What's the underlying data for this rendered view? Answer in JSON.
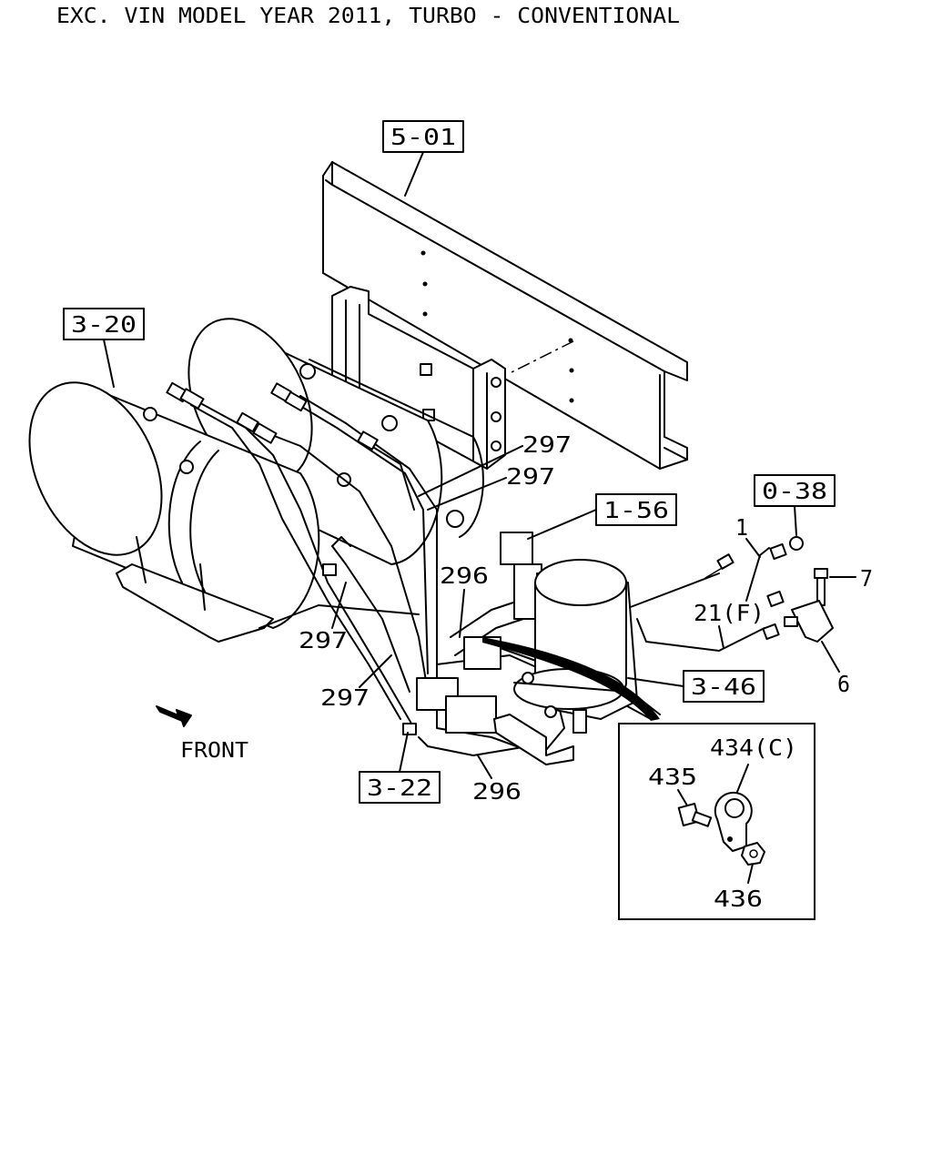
{
  "title": "EXC. VIN MODEL YEAR 2011, TURBO - CONVENTIONAL",
  "direction_label": "FRONT",
  "references": {
    "r501": "5-01",
    "r320": "3-20",
    "r156": "1-56",
    "r038": "0-38",
    "r346": "3-46",
    "r322": "3-22"
  },
  "callouts": {
    "c297a": "297",
    "c297b": "297",
    "c297c": "297",
    "c297d": "297",
    "c296a": "296",
    "c296b": "296",
    "c1": "1",
    "c7": "7",
    "c21f": "21(F)",
    "c6": "6"
  },
  "detail": {
    "c434c": "434(C)",
    "c435": "435",
    "c436": "436"
  }
}
